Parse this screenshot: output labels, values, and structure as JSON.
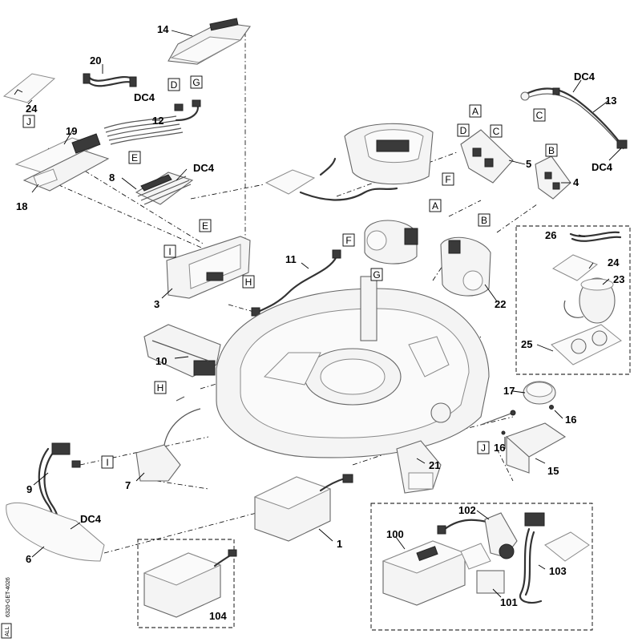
{
  "callouts": [
    {
      "id": "c14",
      "text": "14"
    },
    {
      "id": "c20",
      "text": "20"
    },
    {
      "id": "c24a",
      "text": "24"
    },
    {
      "id": "c19",
      "text": "19"
    },
    {
      "id": "c18",
      "text": "18"
    },
    {
      "id": "c12",
      "text": "12"
    },
    {
      "id": "c8",
      "text": "8"
    },
    {
      "id": "cdc4a",
      "text": "DC4"
    },
    {
      "id": "cdc4b",
      "text": "DC4"
    },
    {
      "id": "cdc4c",
      "text": "DC4"
    },
    {
      "id": "cdc4d",
      "text": "DC4"
    },
    {
      "id": "cdc4e",
      "text": "DC4"
    },
    {
      "id": "c13",
      "text": "13"
    },
    {
      "id": "c5",
      "text": "5"
    },
    {
      "id": "c4",
      "text": "4"
    },
    {
      "id": "c26",
      "text": "26"
    },
    {
      "id": "c24b",
      "text": "24"
    },
    {
      "id": "c23",
      "text": "23"
    },
    {
      "id": "c22",
      "text": "22"
    },
    {
      "id": "c25",
      "text": "25"
    },
    {
      "id": "c3",
      "text": "3"
    },
    {
      "id": "c11",
      "text": "11"
    },
    {
      "id": "c10",
      "text": "10"
    },
    {
      "id": "c17",
      "text": "17"
    },
    {
      "id": "c16a",
      "text": "16"
    },
    {
      "id": "c16b",
      "text": "16"
    },
    {
      "id": "c15",
      "text": "15"
    },
    {
      "id": "c21",
      "text": "21"
    },
    {
      "id": "c7",
      "text": "7"
    },
    {
      "id": "c9",
      "text": "9"
    },
    {
      "id": "c6",
      "text": "6"
    },
    {
      "id": "c1",
      "text": "1"
    },
    {
      "id": "c104",
      "text": "104"
    },
    {
      "id": "c100",
      "text": "100"
    },
    {
      "id": "c102",
      "text": "102"
    },
    {
      "id": "c103",
      "text": "103"
    },
    {
      "id": "c101",
      "text": "101"
    }
  ],
  "connectors": [
    {
      "id": "lD1",
      "text": "D"
    },
    {
      "id": "lG1",
      "text": "G"
    },
    {
      "id": "lJ1",
      "text": "J"
    },
    {
      "id": "lE1",
      "text": "E"
    },
    {
      "id": "lA1",
      "text": "A"
    },
    {
      "id": "lD2",
      "text": "D"
    },
    {
      "id": "lC1",
      "text": "C"
    },
    {
      "id": "lF1",
      "text": "F"
    },
    {
      "id": "lB1",
      "text": "B"
    },
    {
      "id": "lC2",
      "text": "C"
    },
    {
      "id": "lA2",
      "text": "A"
    },
    {
      "id": "lB2",
      "text": "B"
    },
    {
      "id": "lE2",
      "text": "E"
    },
    {
      "id": "lI1",
      "text": "I"
    },
    {
      "id": "lH1",
      "text": "H"
    },
    {
      "id": "lF2",
      "text": "F"
    },
    {
      "id": "lG2",
      "text": "G"
    },
    {
      "id": "lH2",
      "text": "H"
    },
    {
      "id": "lJ2",
      "text": "J"
    },
    {
      "id": "lI2",
      "text": "I"
    }
  ],
  "drawing_code": "6320-GET-4026",
  "language_mark": "ALL"
}
